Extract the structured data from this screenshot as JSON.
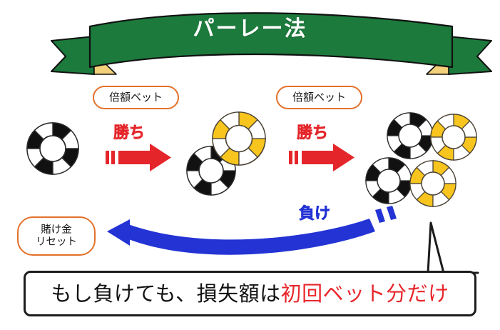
{
  "title": {
    "text": "パーレー法",
    "ribbon_color": "#1c7a3c",
    "ribbon_fold_color": "#f3d07a",
    "text_color": "#ffffff"
  },
  "flow": {
    "steps": [
      {
        "id": "step-1",
        "chip_count": 1,
        "chip_colors": [
          "black"
        ]
      },
      {
        "id": "step-2",
        "chip_count": 2,
        "chip_colors": [
          "yellow",
          "black"
        ]
      },
      {
        "id": "step-3",
        "chip_count": 4,
        "chip_colors": [
          "black",
          "yellow",
          "black",
          "yellow"
        ]
      }
    ],
    "transitions": [
      {
        "id": "transition-1",
        "pill_label": "倍額ベット",
        "result_label": "勝ち",
        "direction": "right",
        "color": "#e4262b"
      },
      {
        "id": "transition-2",
        "pill_label": "倍額ベット",
        "result_label": "勝ち",
        "direction": "right",
        "color": "#e4262b"
      }
    ],
    "lose_transition": {
      "result_label": "負け",
      "direction": "left",
      "color": "#2333d4",
      "pill_label_line1": "賭け金",
      "pill_label_line2": "リセット"
    }
  },
  "callout": {
    "text_black": "もし負けても、損失額は",
    "text_red": "初回ベット分だけ"
  },
  "colors": {
    "green": "#1c7a3c",
    "orange": "#e3702a",
    "red": "#e4262b",
    "blue": "#2333d4",
    "yellow": "#f7c51e",
    "black": "#111111"
  }
}
